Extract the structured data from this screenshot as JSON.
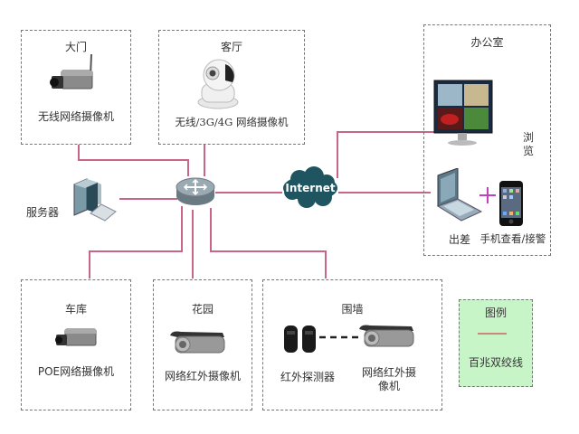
{
  "diagram": {
    "type": "network-topology",
    "colors": {
      "cable": "#c8668a",
      "box_border": "#777777",
      "legend_bg": "#c8f5c8",
      "cloud": "#1f5560",
      "plus": "#c040c0"
    },
    "zones": {
      "gate": {
        "title": "大门",
        "device_label": "无线网络摄像机"
      },
      "living_room": {
        "title": "客厅",
        "device_label": "无线/3G/4G 网络摄像机"
      },
      "office": {
        "title": "办公室",
        "browse_label": "浏览",
        "laptop_label": "出差",
        "phone_label": "手机查看/接警"
      },
      "garage": {
        "title": "车库",
        "device_label": "POE网络摄像机"
      },
      "garden": {
        "title": "花园",
        "device_label": "网络红外摄像机"
      },
      "wall": {
        "title": "围墙",
        "detector_label": "红外探测器",
        "camera_label_line1": "网络红外摄",
        "camera_label_line2": "像机"
      }
    },
    "server_label": "服务器",
    "internet_label": "Internet",
    "legend": {
      "title": "图例",
      "item_label": "百兆双绞线"
    }
  }
}
